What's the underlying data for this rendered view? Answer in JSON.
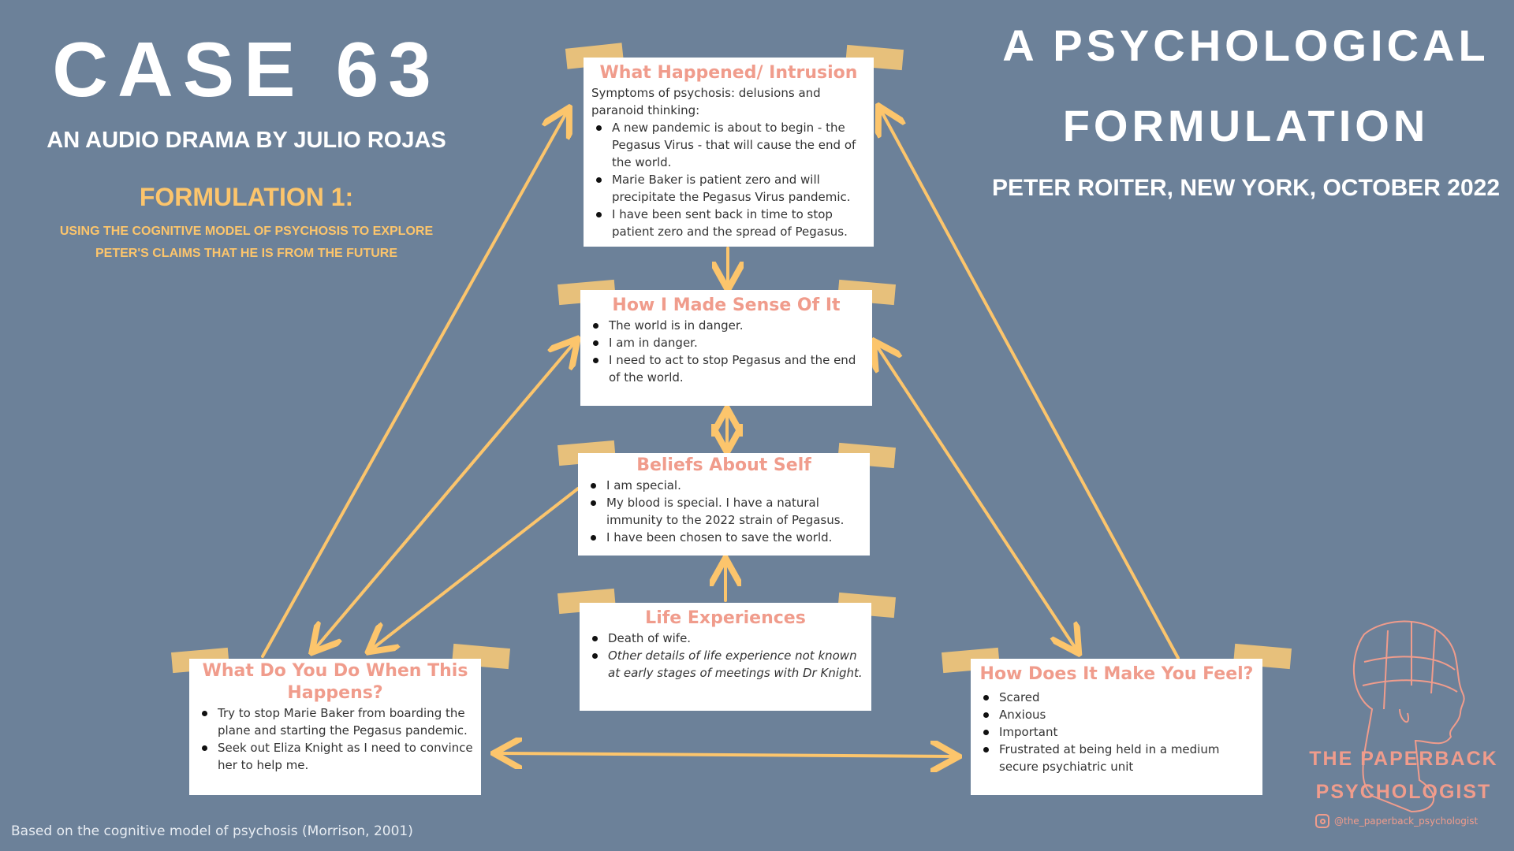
{
  "left_header": {
    "title": "CASE 63",
    "subtitle": "AN AUDIO DRAMA BY JULIO ROJAS",
    "formulation": "FORMULATION 1:",
    "desc_line1": "USING THE COGNITIVE MODEL OF PSYCHOSIS TO EXPLORE",
    "desc_line2": "PETER'S CLAIMS THAT HE IS FROM THE FUTURE"
  },
  "right_header": {
    "line1": "A PSYCHOLOGICAL",
    "line2": "FORMULATION",
    "byline": "PETER ROITER, NEW YORK, OCTOBER 2022"
  },
  "boxes": {
    "intrusion": {
      "title": "What Happened/ Intrusion",
      "intro": "Symptoms of psychosis: delusions and paranoid thinking:",
      "items": [
        "A new pandemic is about to begin - the Pegasus Virus - that will cause the end of the world.",
        "Marie Baker is patient zero and will precipitate the Pegasus Virus pandemic.",
        "I have been sent back in time to stop patient zero and the spread of Pegasus."
      ]
    },
    "sense": {
      "title": "How I Made Sense Of It",
      "items": [
        "The world is in danger.",
        "I am in danger.",
        "I need to act to stop Pegasus and the end of the world."
      ]
    },
    "beliefs": {
      "title": "Beliefs About Self",
      "items": [
        "I am special.",
        "My blood is special. I have a natural immunity to the 2022 strain of Pegasus.",
        "I have been chosen to save the world."
      ]
    },
    "life": {
      "title": "Life Experiences",
      "items": [
        "Death of wife.",
        "Other details of life experience not known at early stages of meetings with Dr Knight."
      ]
    },
    "action": {
      "title": "What Do You Do When This Happens?",
      "items": [
        "Try to stop Marie Baker from boarding the plane and starting the Pegasus pandemic.",
        "Seek out Eliza Knight as I need to convince her to help me."
      ]
    },
    "feel": {
      "title": "How Does It Make You Feel?",
      "items": [
        "Scared",
        "Anxious",
        "Important",
        "Frustrated at being held in a medium secure psychiatric unit"
      ]
    }
  },
  "brand": {
    "name_line1": "THE PAPERBACK",
    "name_line2": "PSYCHOLOGIST",
    "handle": "@the_paperback_psychologist"
  },
  "footer": "Based on the cognitive model of psychosis (Morrison, 2001)",
  "colors": {
    "background": "#6c8199",
    "arrow": "#fcc56c",
    "heading": "#f09c8c",
    "tape": "#f2c578"
  }
}
